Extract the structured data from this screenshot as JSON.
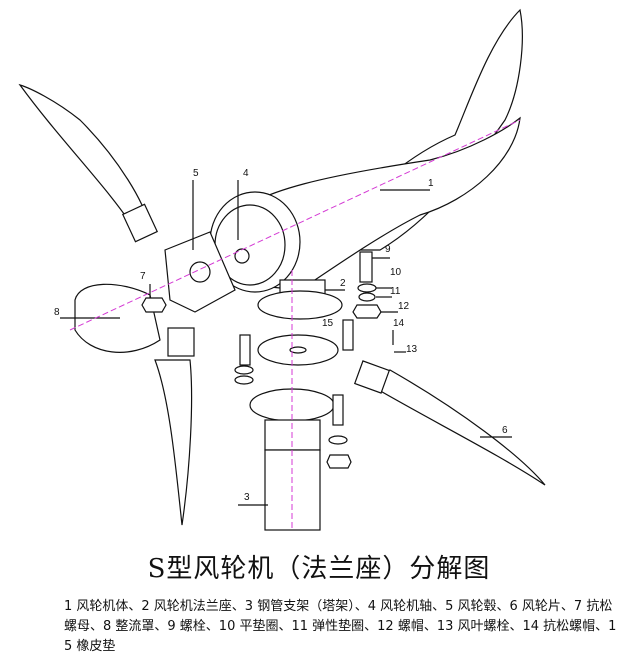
{
  "title": "S型风轮机（法兰座）分解图",
  "caption": "1 风轮机体、2 风轮机法兰座、3 钢管支架（塔架）、4 风轮机轴、5 风轮毂、6 风轮片、7 抗松螺母、8 整流罩、9 螺栓、10 平垫圈、11 弹性垫圈、12 螺帽、13 风叶螺栓、14 抗松螺帽、15 橡皮垫",
  "callouts": [
    "1",
    "2",
    "3",
    "4",
    "5",
    "6",
    "7",
    "8",
    "9",
    "10",
    "11",
    "12",
    "13",
    "14",
    "15"
  ]
}
